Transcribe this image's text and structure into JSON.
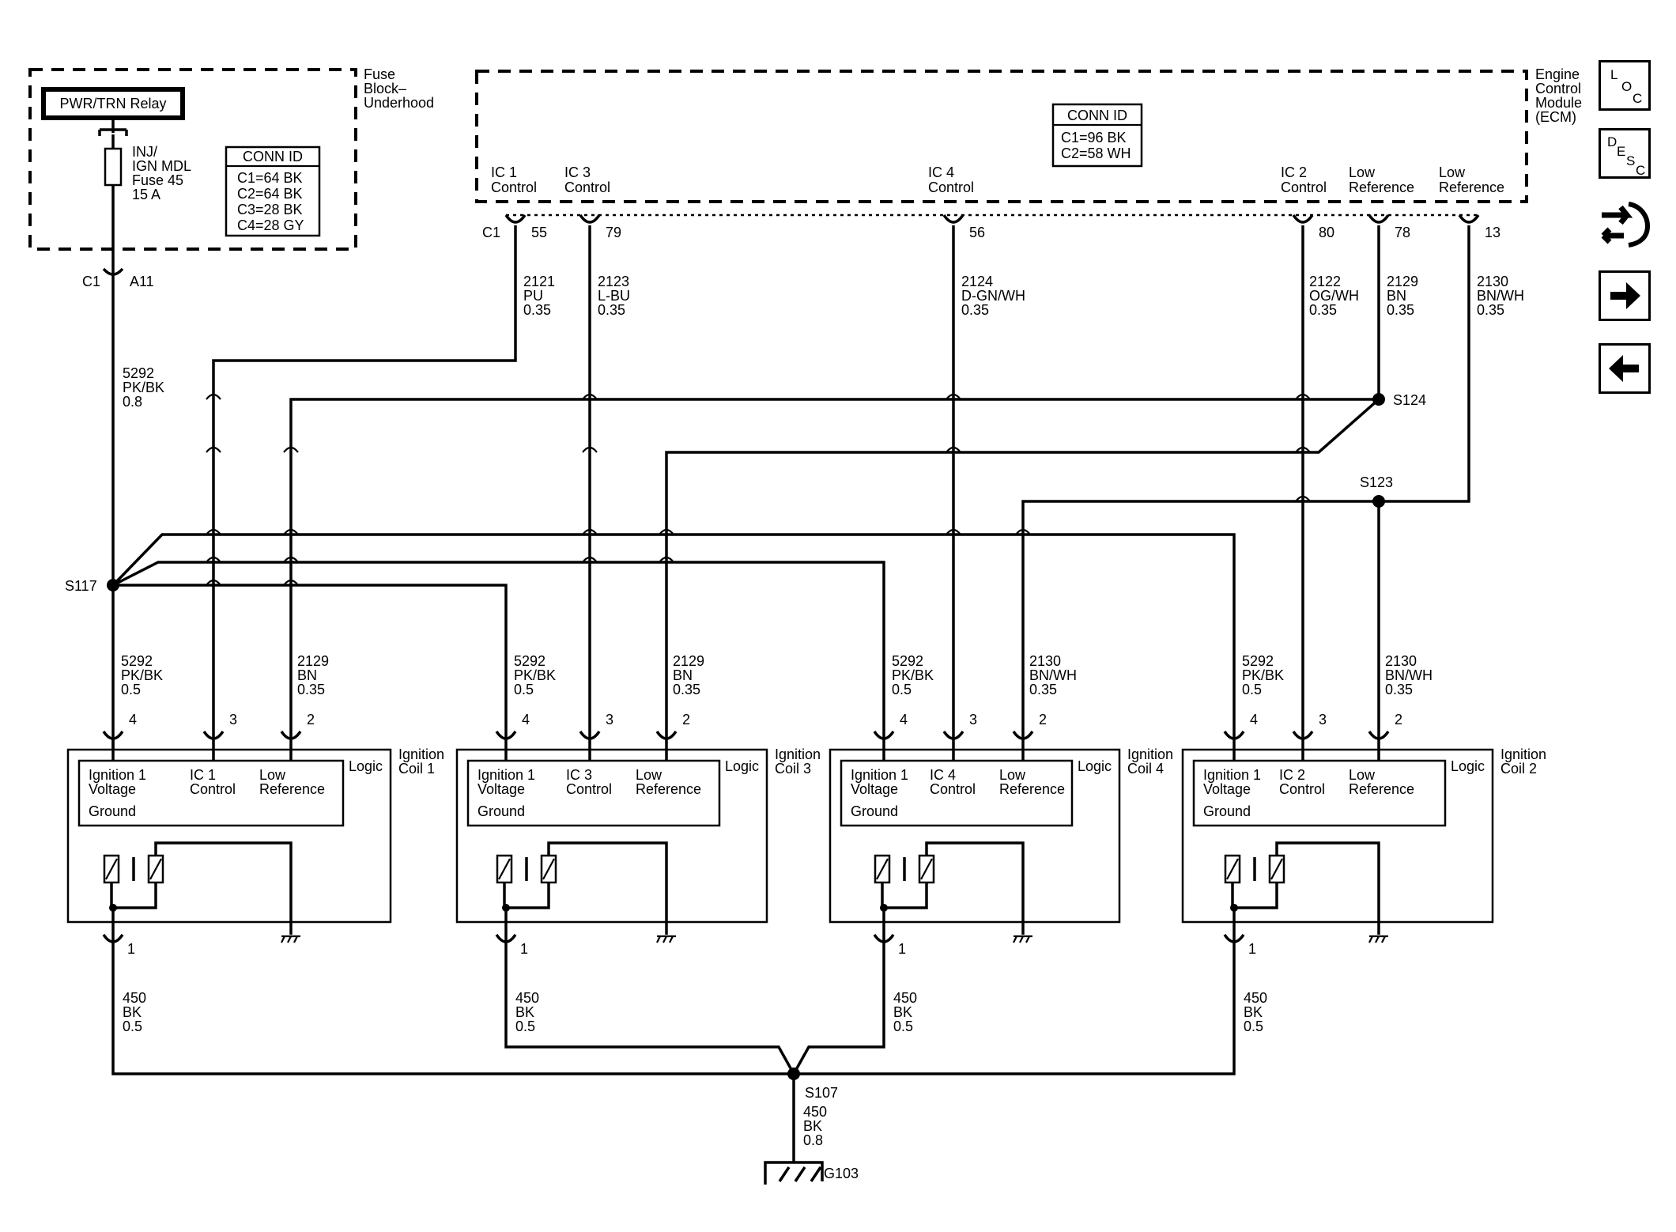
{
  "fuse_block": {
    "title": [
      "Fuse",
      "Block–",
      "Underhood"
    ],
    "relay": "PWR/TRN Relay",
    "fuse": [
      "INJ/",
      "IGN MDL",
      "Fuse 45",
      "15 A"
    ],
    "conn_title": "CONN ID",
    "conn": [
      "C1=64 BK",
      "C2=64 BK",
      "C3=28 BK",
      "C4=28 GY"
    ],
    "conn_label": "C1",
    "pin": "A11"
  },
  "ecm": {
    "title": [
      "Engine",
      "Control",
      "Module",
      "(ECM)"
    ],
    "conn_title": "CONN ID",
    "conn": [
      "C1=96 BK",
      "C2=58 WH"
    ],
    "conn_label": "C1",
    "terminals": [
      {
        "label": [
          "IC 1",
          "Control"
        ],
        "pin": "55"
      },
      {
        "label": [
          "IC 3",
          "Control"
        ],
        "pin": "79"
      },
      {
        "label": [
          "IC 4",
          "Control"
        ],
        "pin": "56"
      },
      {
        "label": [
          "IC 2",
          "Control"
        ],
        "pin": "80"
      },
      {
        "label": [
          "Low",
          "Reference"
        ],
        "pin": "78"
      },
      {
        "label": [
          "Low",
          "Reference"
        ],
        "pin": "13"
      }
    ]
  },
  "wires": {
    "w5292_main": [
      "5292",
      "PK/BK",
      "0.8"
    ],
    "w2121": [
      "2121",
      "PU",
      "0.35"
    ],
    "w2123": [
      "2123",
      "L-BU",
      "0.35"
    ],
    "w2124": [
      "2124",
      "D-GN/WH",
      "0.35"
    ],
    "w2122": [
      "2122",
      "OG/WH",
      "0.35"
    ],
    "w2129_top": [
      "2129",
      "BN",
      "0.35"
    ],
    "w2130_top": [
      "2130",
      "BN/WH",
      "0.35"
    ]
  },
  "splices": {
    "s117": "S117",
    "s124": "S124",
    "s123": "S123",
    "s107": "S107"
  },
  "coils": [
    {
      "name": [
        "Ignition",
        "Coil 1"
      ],
      "pwr_wire": [
        "5292",
        "PK/BK",
        "0.5"
      ],
      "ref_wire": [
        "2129",
        "BN",
        "0.35"
      ],
      "pins": [
        "4",
        "3",
        "2",
        "1"
      ],
      "logic": "Logic",
      "cells": [
        [
          "Ignition 1",
          "Voltage"
        ],
        [
          "IC 1",
          "Control"
        ],
        [
          "Low",
          "Reference"
        ]
      ],
      "ground": "Ground",
      "gnd_wire": [
        "450",
        "BK",
        "0.5"
      ]
    },
    {
      "name": [
        "Ignition",
        "Coil 3"
      ],
      "pwr_wire": [
        "5292",
        "PK/BK",
        "0.5"
      ],
      "ref_wire": [
        "2129",
        "BN",
        "0.35"
      ],
      "pins": [
        "4",
        "3",
        "2",
        "1"
      ],
      "logic": "Logic",
      "cells": [
        [
          "Ignition 1",
          "Voltage"
        ],
        [
          "IC 3",
          "Control"
        ],
        [
          "Low",
          "Reference"
        ]
      ],
      "ground": "Ground",
      "gnd_wire": [
        "450",
        "BK",
        "0.5"
      ]
    },
    {
      "name": [
        "Ignition",
        "Coil 4"
      ],
      "pwr_wire": [
        "5292",
        "PK/BK",
        "0.5"
      ],
      "ref_wire": [
        "2130",
        "BN/WH",
        "0.35"
      ],
      "pins": [
        "4",
        "3",
        "2",
        "1"
      ],
      "logic": "Logic",
      "cells": [
        [
          "Ignition 1",
          "Voltage"
        ],
        [
          "IC 4",
          "Control"
        ],
        [
          "Low",
          "Reference"
        ]
      ],
      "ground": "Ground",
      "gnd_wire": [
        "450",
        "BK",
        "0.5"
      ]
    },
    {
      "name": [
        "Ignition",
        "Coil 2"
      ],
      "pwr_wire": [
        "5292",
        "PK/BK",
        "0.5"
      ],
      "ref_wire": [
        "2130",
        "BN/WH",
        "0.35"
      ],
      "pins": [
        "4",
        "3",
        "2",
        "1"
      ],
      "logic": "Logic",
      "cells": [
        [
          "Ignition 1",
          "Voltage"
        ],
        [
          "IC 2",
          "Control"
        ],
        [
          "Low",
          "Reference"
        ]
      ],
      "ground": "Ground",
      "gnd_wire": [
        "450",
        "BK",
        "0.5"
      ]
    }
  ],
  "ground_main": {
    "wire": [
      "450",
      "BK",
      "0.8"
    ],
    "label": "G103"
  },
  "nav": {
    "loc": [
      "L",
      "O",
      "C"
    ],
    "desc": [
      "D",
      "E",
      "S",
      "C"
    ]
  }
}
